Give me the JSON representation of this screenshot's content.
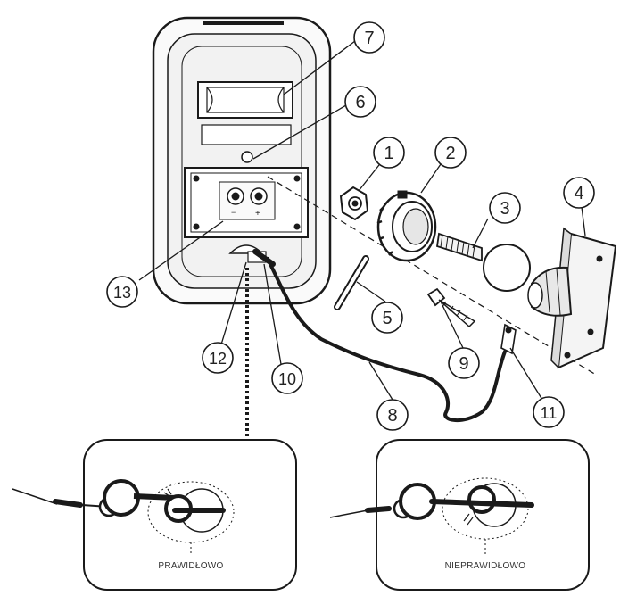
{
  "callouts": [
    "1",
    "2",
    "3",
    "4",
    "5",
    "6",
    "7",
    "8",
    "9",
    "10",
    "11",
    "12",
    "13"
  ],
  "terminal_signs": {
    "minus": "−",
    "plus": "+"
  },
  "insets": {
    "correct_label": "PRAWIDŁOWO",
    "incorrect_label": "NIEPRAWIDŁOWO"
  },
  "colors": {
    "stroke": "#1a1a1a",
    "fill_light": "#f4f4f4",
    "fill_mid": "#e2e2e2",
    "fill_dark": "#1a1a1a"
  }
}
